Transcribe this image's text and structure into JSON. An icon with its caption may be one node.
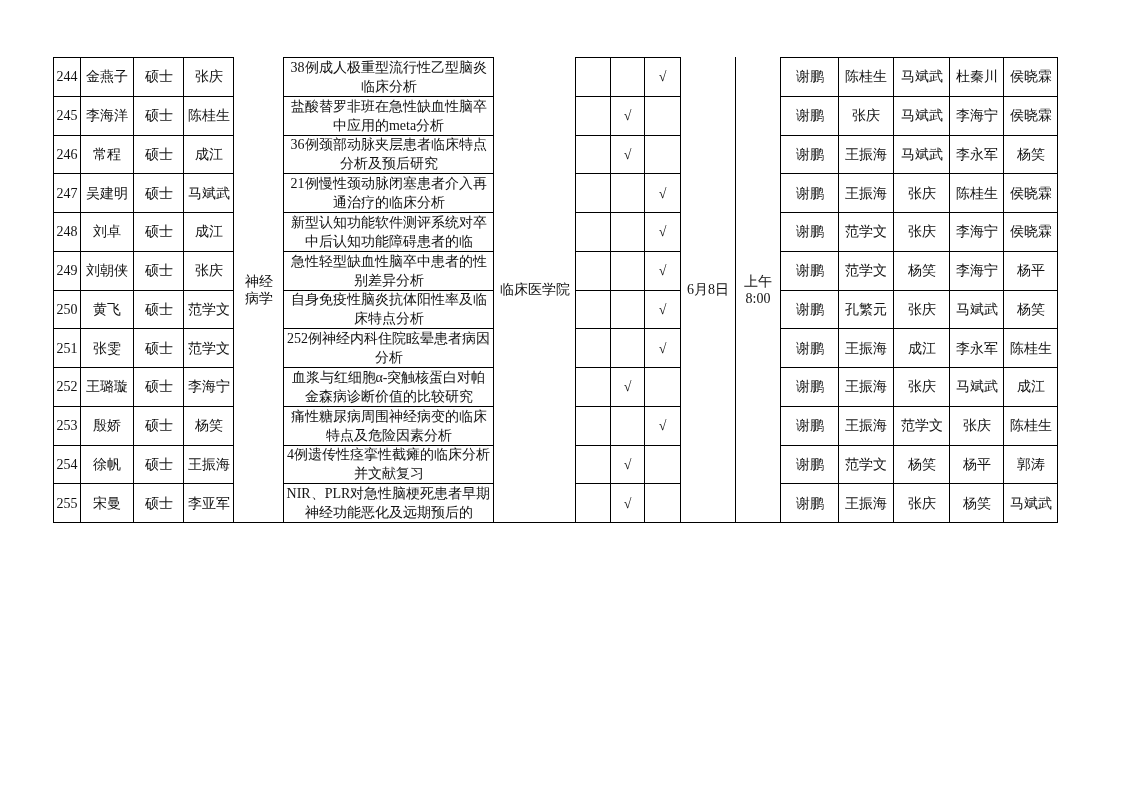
{
  "diagram": {
    "labels": [
      "244",
      "金燕子",
      "硕士",
      "张庆",
      "神经病学",
      "38例成人极重型流行性乙型脑炎临床分析",
      "临床医学院",
      "√",
      "6月8日",
      "上午8:00",
      "谢鹏",
      "陈桂生",
      "马斌武",
      "杜秦川",
      "侯晓霖",
      "245",
      "李海洋",
      "硕士",
      "陈桂生",
      "盐酸替罗非班在急性缺血性脑卒中应用的meta分析",
      "√",
      "谢鹏",
      "张庆",
      "马斌武",
      "李海宁",
      "侯晓霖",
      "246",
      "常程",
      "硕士",
      "成江",
      "36例颈部动脉夹层患者临床特点分析及预后研究",
      "√",
      "谢鹏",
      "王振海",
      "马斌武",
      "李永军",
      "杨笑",
      "247",
      "吴建明",
      "硕士",
      "马斌武",
      "21例慢性颈动脉闭塞患者介入再通治疗的临床分析",
      "√",
      "谢鹏",
      "王振海",
      "张庆",
      "陈桂生",
      "侯晓霖",
      "248",
      "刘卓",
      "硕士",
      "成江",
      "新型认知功能软件测评系统对卒中后认知功能障碍患者的临",
      "√",
      "谢鹏",
      "范学文",
      "张庆",
      "李海宁",
      "侯晓霖",
      "249",
      "刘朝侠",
      "硕士",
      "张庆",
      "急性轻型缺血性脑卒中患者的性别差异分析",
      "√",
      "谢鹏",
      "范学文",
      "杨笑",
      "李海宁",
      "杨平",
      "250",
      "黄飞",
      "硕士",
      "范学文",
      "自身免疫性脑炎抗体阳性率及临床特点分析",
      "√",
      "谢鹏",
      "孔繁元",
      "张庆",
      "马斌武",
      "杨笑",
      "251",
      "张雯",
      "硕士",
      "范学文",
      "252例神经内科住院眩晕患者病因分析",
      "√",
      "谢鹏",
      "王振海",
      "成江",
      "李永军",
      "陈桂生",
      "252",
      "王璐璇",
      "硕士",
      "李海宁",
      "血浆与红细胞α-突触核蛋白对帕金森病诊断价值的比较研究",
      "√",
      "谢鹏",
      "王振海",
      "张庆",
      "马斌武",
      "成江",
      "253",
      "殷娇",
      "硕士",
      "杨笑",
      "痛性糖尿病周围神经病变的临床特点及危险因素分析",
      "√",
      "谢鹏",
      "王振海",
      "范学文",
      "张庆",
      "陈桂生",
      "254",
      "徐帆",
      "硕士",
      "王振海",
      "4例遗传性痉挛性截瘫的临床分析并文献复习",
      "√",
      "谢鹏",
      "范学文",
      "杨笑",
      "杨平",
      "郭涛",
      "255",
      "宋曼",
      "硕士",
      "李亚军",
      "NIR、PLR对急性脑梗死患者早期神经功能恶化及远期预后的",
      "√",
      "谢鹏",
      "王振海",
      "张庆",
      "杨笑",
      "马斌武"
    ]
  }
}
